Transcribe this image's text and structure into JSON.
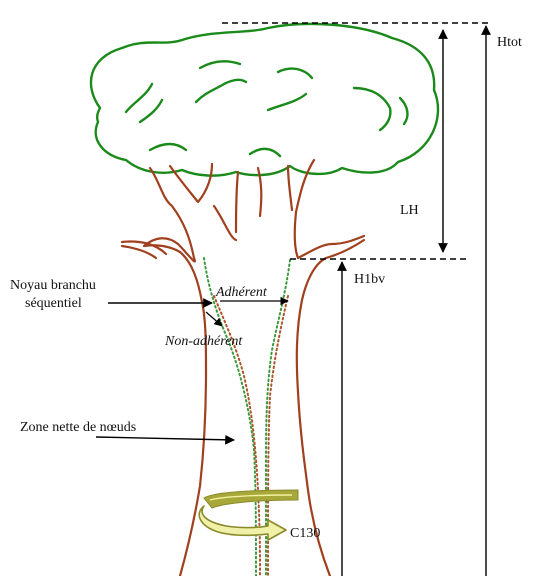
{
  "labels": {
    "htot": "Htot",
    "lh": "LH",
    "h1bv": "H1bv",
    "noyau_line1": "Noyau branchu",
    "noyau_line2": "séquentiel",
    "adherent": "Adhérent",
    "non_adherent": "Non-adhérent",
    "zone_nette": "Zone nette de nœuds",
    "c130": "C130"
  },
  "colors": {
    "crown": "#1a8a1a",
    "trunk": "#a0401f",
    "core_green_dots": "#3a9a3a",
    "core_brown_dots": "#b0532a",
    "girth_band_fill": "#a8a83a",
    "girth_band_highlight": "#f2f2a0",
    "girth_arrow_fill": "#f0f0a8",
    "girth_arrow_stroke": "#8a8a2a",
    "lines": "#000000"
  }
}
